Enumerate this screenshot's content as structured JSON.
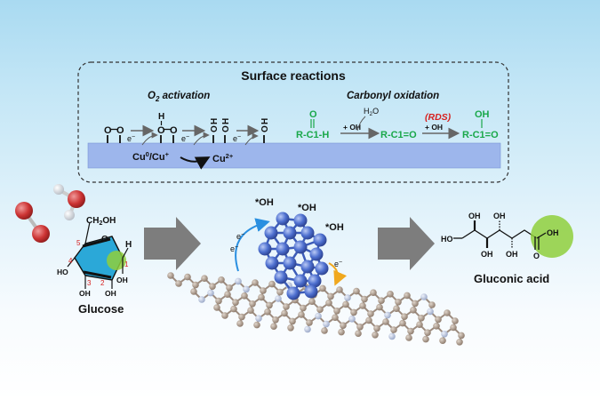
{
  "panel": {
    "title": "Surface reactions",
    "o2_heading": "O",
    "o2_sub": "2",
    "o2_heading_rest": " activation",
    "carbonyl_heading": "Carbonyl oxidation"
  },
  "o2_activation": {
    "atom_o": "O",
    "atom_h": "H",
    "electron": "e",
    "electron_sup": "−",
    "oxidation_state_start": "Cu",
    "sup_zero": "0",
    "slash": "/Cu",
    "sup_plus": "+",
    "oxidation_state_end": "Cu",
    "sup_2plus": "2+"
  },
  "carbonyl": {
    "aldehyde_o": "O",
    "aldehyde_chain": "R-C1-H",
    "step1_reagent": "+ OH",
    "water": "H",
    "water_sub": "2",
    "water_o": "O",
    "intermediate": "R-C1=O",
    "rds_label": "(RDS)",
    "step2_reagent": "+ OH",
    "product_oh": "OH",
    "product": "R-C1=O"
  },
  "glucose": {
    "label": "Glucose",
    "ch2oh": "CH",
    "ch2oh_sub": "2",
    "ch2oh_end": "OH",
    "ring_o": "O",
    "h": "H",
    "oh": "OH",
    "ho": "HO",
    "positions": [
      "5",
      "4",
      "3",
      "2",
      "1"
    ]
  },
  "catalyst": {
    "adsorbate": "*OH",
    "electron": "e",
    "electron_sup": "−"
  },
  "product": {
    "label": "Gluconic acid",
    "ho": "HO",
    "oh": "OH",
    "o": "O"
  },
  "colors": {
    "green": "#1aa84a",
    "red": "#d6201f",
    "surface": "#9db6ec",
    "cluster": "#4d6fcf",
    "graphene": "#a49284",
    "arrow_grey": "#7d7d7d",
    "highlight": "#8fcf3c"
  }
}
